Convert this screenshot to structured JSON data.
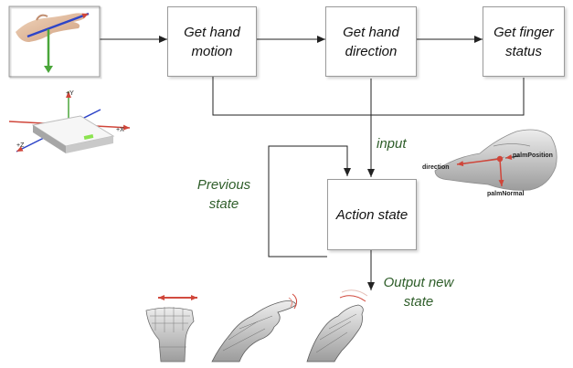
{
  "boxes": {
    "hand_motion": "Get hand\nmotion",
    "hand_direction": "Get hand\ndirection",
    "finger_status": "Get finger\nstatus",
    "action_state": "Action state"
  },
  "labels": {
    "input": "input",
    "previous_state": "Previous\nstate",
    "output_new_state": "Output new\nstate"
  },
  "device_axes": {
    "y": "+Y",
    "x": "+X",
    "z": "+Z"
  },
  "hand_vectors": {
    "direction": "direction",
    "palm_position": "palmPosition",
    "palm_normal": "palmNormal"
  }
}
